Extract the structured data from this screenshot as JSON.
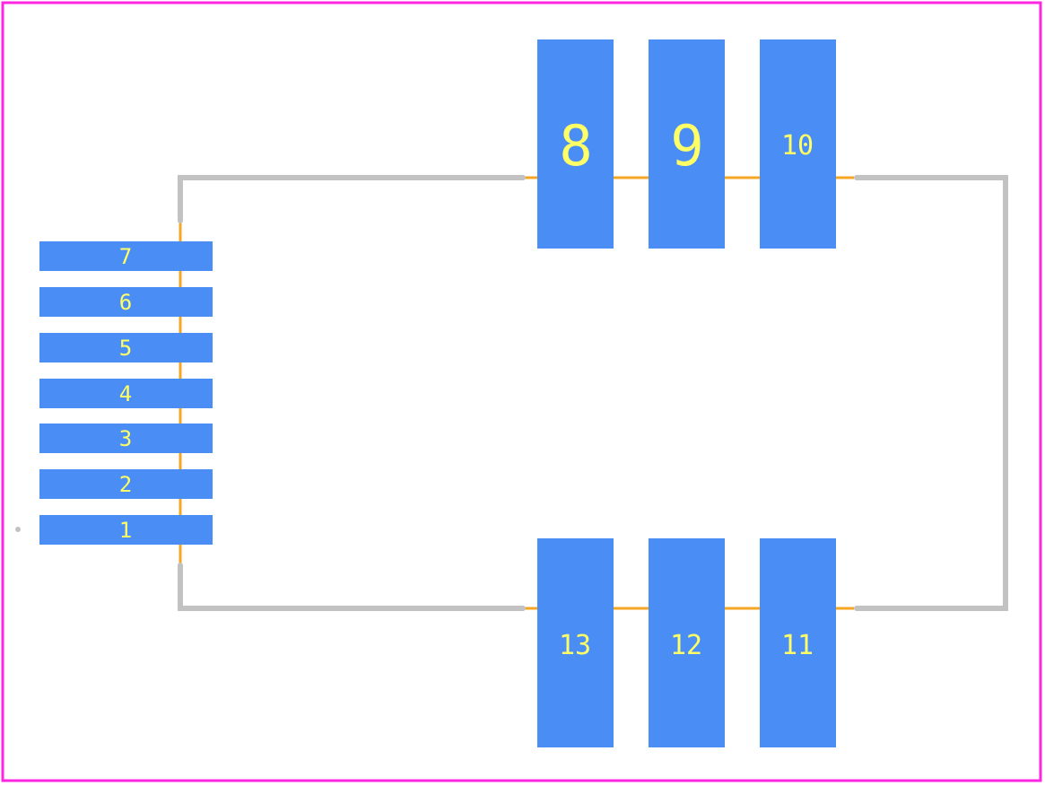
{
  "colors": {
    "background": "#ffffff",
    "board_outline": "#ff26e2",
    "silkscreen": "#c2c2c2",
    "courtyard": "#f5a623",
    "pad": "#4a8ef5",
    "pad_label": "#ffff66"
  },
  "pads": [
    {
      "label": "1",
      "group": "left"
    },
    {
      "label": "2",
      "group": "left"
    },
    {
      "label": "3",
      "group": "left"
    },
    {
      "label": "4",
      "group": "left"
    },
    {
      "label": "5",
      "group": "left"
    },
    {
      "label": "6",
      "group": "left"
    },
    {
      "label": "7",
      "group": "left"
    },
    {
      "label": "8",
      "group": "top"
    },
    {
      "label": "9",
      "group": "top"
    },
    {
      "label": "10",
      "group": "top"
    },
    {
      "label": "11",
      "group": "bottom"
    },
    {
      "label": "12",
      "group": "bottom"
    },
    {
      "label": "13",
      "group": "bottom"
    }
  ]
}
